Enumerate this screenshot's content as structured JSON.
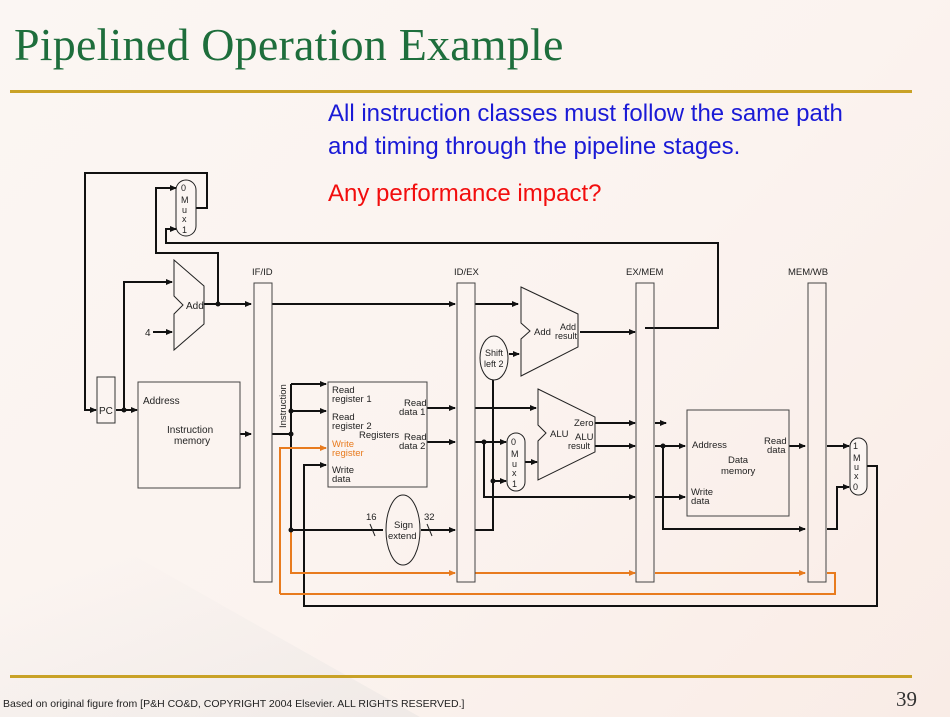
{
  "slide": {
    "title": "Pipelined Operation Example",
    "body_lines": [
      "All instruction classes must follow the same path",
      "and timing through the pipeline stages."
    ],
    "question": "Any performance impact?",
    "page_number": "39",
    "footer_note": "Based on original figure from [P&H CO&D, COPYRIGHT 2004 Elsevier. ALL RIGHTS RESERVED.]",
    "colors": {
      "title": "#1e6e3c",
      "rule": "#c9a227",
      "body_text": "#1a1ad6",
      "question_text": "#f20d0d",
      "write_register_path": "#e87b1e",
      "wires": "#111111"
    }
  },
  "diagram": {
    "pipeline_registers": [
      "IF/ID",
      "ID/EX",
      "EX/MEM",
      "MEM/WB"
    ],
    "pc_label": "PC",
    "constant_four": "4",
    "pc_adder_label": "Add",
    "pc_mux": [
      "0",
      "M",
      "u",
      "x",
      "1"
    ],
    "instruction_memory": {
      "address": "Address",
      "name_line1": "Instruction",
      "name_line2": "memory"
    },
    "instruction_bus_label": "Instruction",
    "register_file": {
      "read_reg1": [
        "Read",
        "register 1"
      ],
      "read_reg2": [
        "Read",
        "register 2"
      ],
      "write_reg": [
        "Write",
        "register"
      ],
      "write_data": [
        "Write",
        "data"
      ],
      "read_data1": [
        "Read",
        "data 1"
      ],
      "read_data2": [
        "Read",
        "data 2"
      ],
      "name": "Registers"
    },
    "sign_extend": {
      "line1": "Sign",
      "line2": "extend",
      "in_width": "16",
      "out_width": "32"
    },
    "shift_left": {
      "line1": "Shift",
      "line2": "left 2"
    },
    "branch_adder": {
      "label": "Add",
      "result_line1": "Add",
      "result_line2": "result"
    },
    "alu_mux": [
      "0",
      "M",
      "u",
      "x",
      "1"
    ],
    "alu": {
      "label": "ALU",
      "zero": "Zero",
      "result_line1": "ALU",
      "result_line2": "result"
    },
    "data_memory": {
      "address": "Address",
      "write_data": [
        "Write",
        "data"
      ],
      "read_data": [
        "Read",
        "data"
      ],
      "name_line1": "Data",
      "name_line2": "memory"
    },
    "wb_mux": [
      "1",
      "M",
      "u",
      "x",
      "0"
    ]
  }
}
